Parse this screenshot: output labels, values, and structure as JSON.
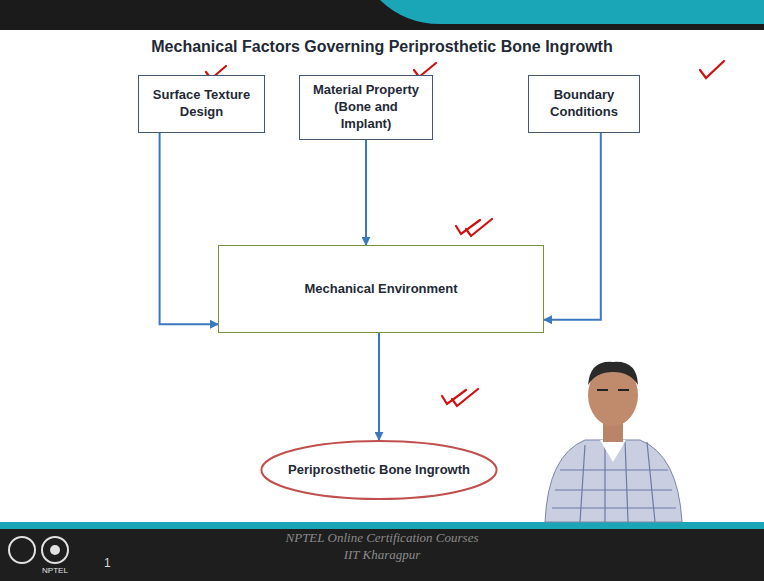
{
  "diagram": {
    "title": "Mechanical Factors Governing Periprosthetic Bone Ingrowth",
    "nodes": [
      {
        "text": [
          "Surface Texture Design"
        ]
      },
      {
        "text": [
          "Material Property (Bone and Implant)"
        ]
      },
      {
        "text": [
          "Boundary Conditions"
        ]
      },
      {
        "text": [
          "Mechanical Environment"
        ]
      },
      {
        "text": [
          "Periprosthetic Bone Ingrowth"
        ]
      }
    ],
    "edges": [
      {
        "from": 0,
        "to": 3,
        "arrow": "to"
      },
      {
        "from": 1,
        "to": 3,
        "arrow": "to"
      },
      {
        "from": 2,
        "to": 3,
        "arrow": "to"
      },
      {
        "from": 3,
        "to": 4,
        "arrow": "to"
      }
    ],
    "labels": [
      "1",
      "NPTEL Online Certification Courses",
      "IIT Kharagpur",
      "NPTEL"
    ]
  }
}
